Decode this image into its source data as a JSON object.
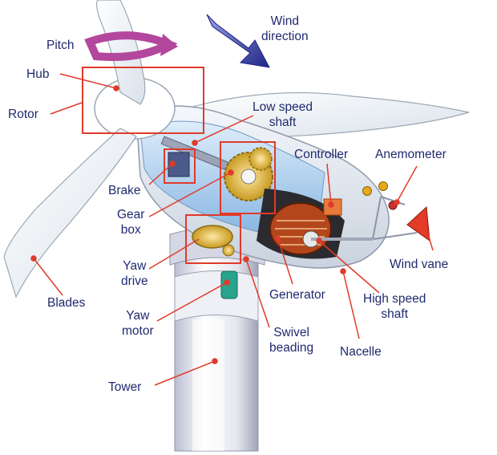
{
  "colors": {
    "label_text": "#1f2a6e",
    "leader_line": "#e03a2a",
    "highlight_box": "#e03a2a",
    "wind_arrow": "#2a2f8f",
    "pitch_arrow": "#b3479d"
  },
  "labels": {
    "pitch": "Pitch",
    "hub": "Hub",
    "rotor": "Rotor",
    "wind_direction": [
      "Wind",
      "direction"
    ],
    "low_speed_shaft": [
      "Low speed",
      "shaft"
    ],
    "controller": "Controller",
    "anemometer": "Anemometer",
    "brake": "Brake",
    "gear_box": [
      "Gear",
      "box"
    ],
    "yaw_drive": [
      "Yaw",
      "drive"
    ],
    "blades": "Blades",
    "yaw_motor": [
      "Yaw",
      "motor"
    ],
    "generator": "Generator",
    "wind_vane": "Wind vane",
    "high_speed_shaft": [
      "High speed",
      "shaft"
    ],
    "swivel_beading": [
      "Swivel",
      "beading"
    ],
    "nacelle": "Nacelle",
    "tower": "Tower"
  }
}
